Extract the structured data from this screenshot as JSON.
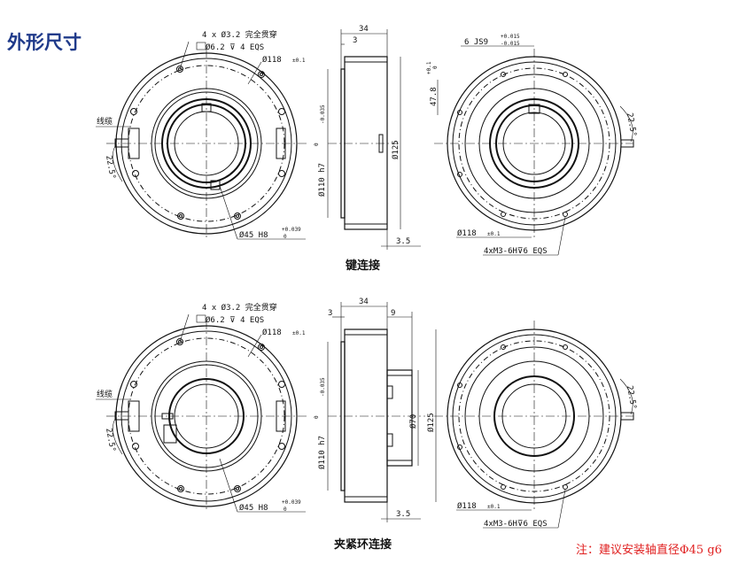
{
  "title": "外形尺寸",
  "captions": {
    "key": "键连接",
    "clamp": "夹紧环连接"
  },
  "note": "注：建议安装轴直径Φ45 g6",
  "labels": {
    "holes": "4 x Ø3.2 完全贯穿",
    "counterbore": "Ø6.2 ⊽ 4 EQS",
    "pcd": "Ø118",
    "pcd_tol": "±0.1",
    "cable": "线缆",
    "angle": "22.5°",
    "bore": "Ø45  H8",
    "bore_tol_upper": "+0.039",
    "bore_tol_lower": "0",
    "length": "34",
    "flange": "3",
    "step": "3.5",
    "spigot": "Ø110 h7",
    "spigot_tol_upper": "0",
    "spigot_tol_lower": "-0.035",
    "outer": "Ø125",
    "clamp_dia": "Ø70",
    "clamp_len": "9",
    "keyway": "6  JS9",
    "keyway_tol_upper": "+0.015",
    "keyway_tol_lower": "-0.015",
    "key_depth": "47.8",
    "key_depth_tol_upper": "+0.1",
    "key_depth_tol_lower": "0",
    "threads": "4xM3-6H⊽6 EQS"
  }
}
